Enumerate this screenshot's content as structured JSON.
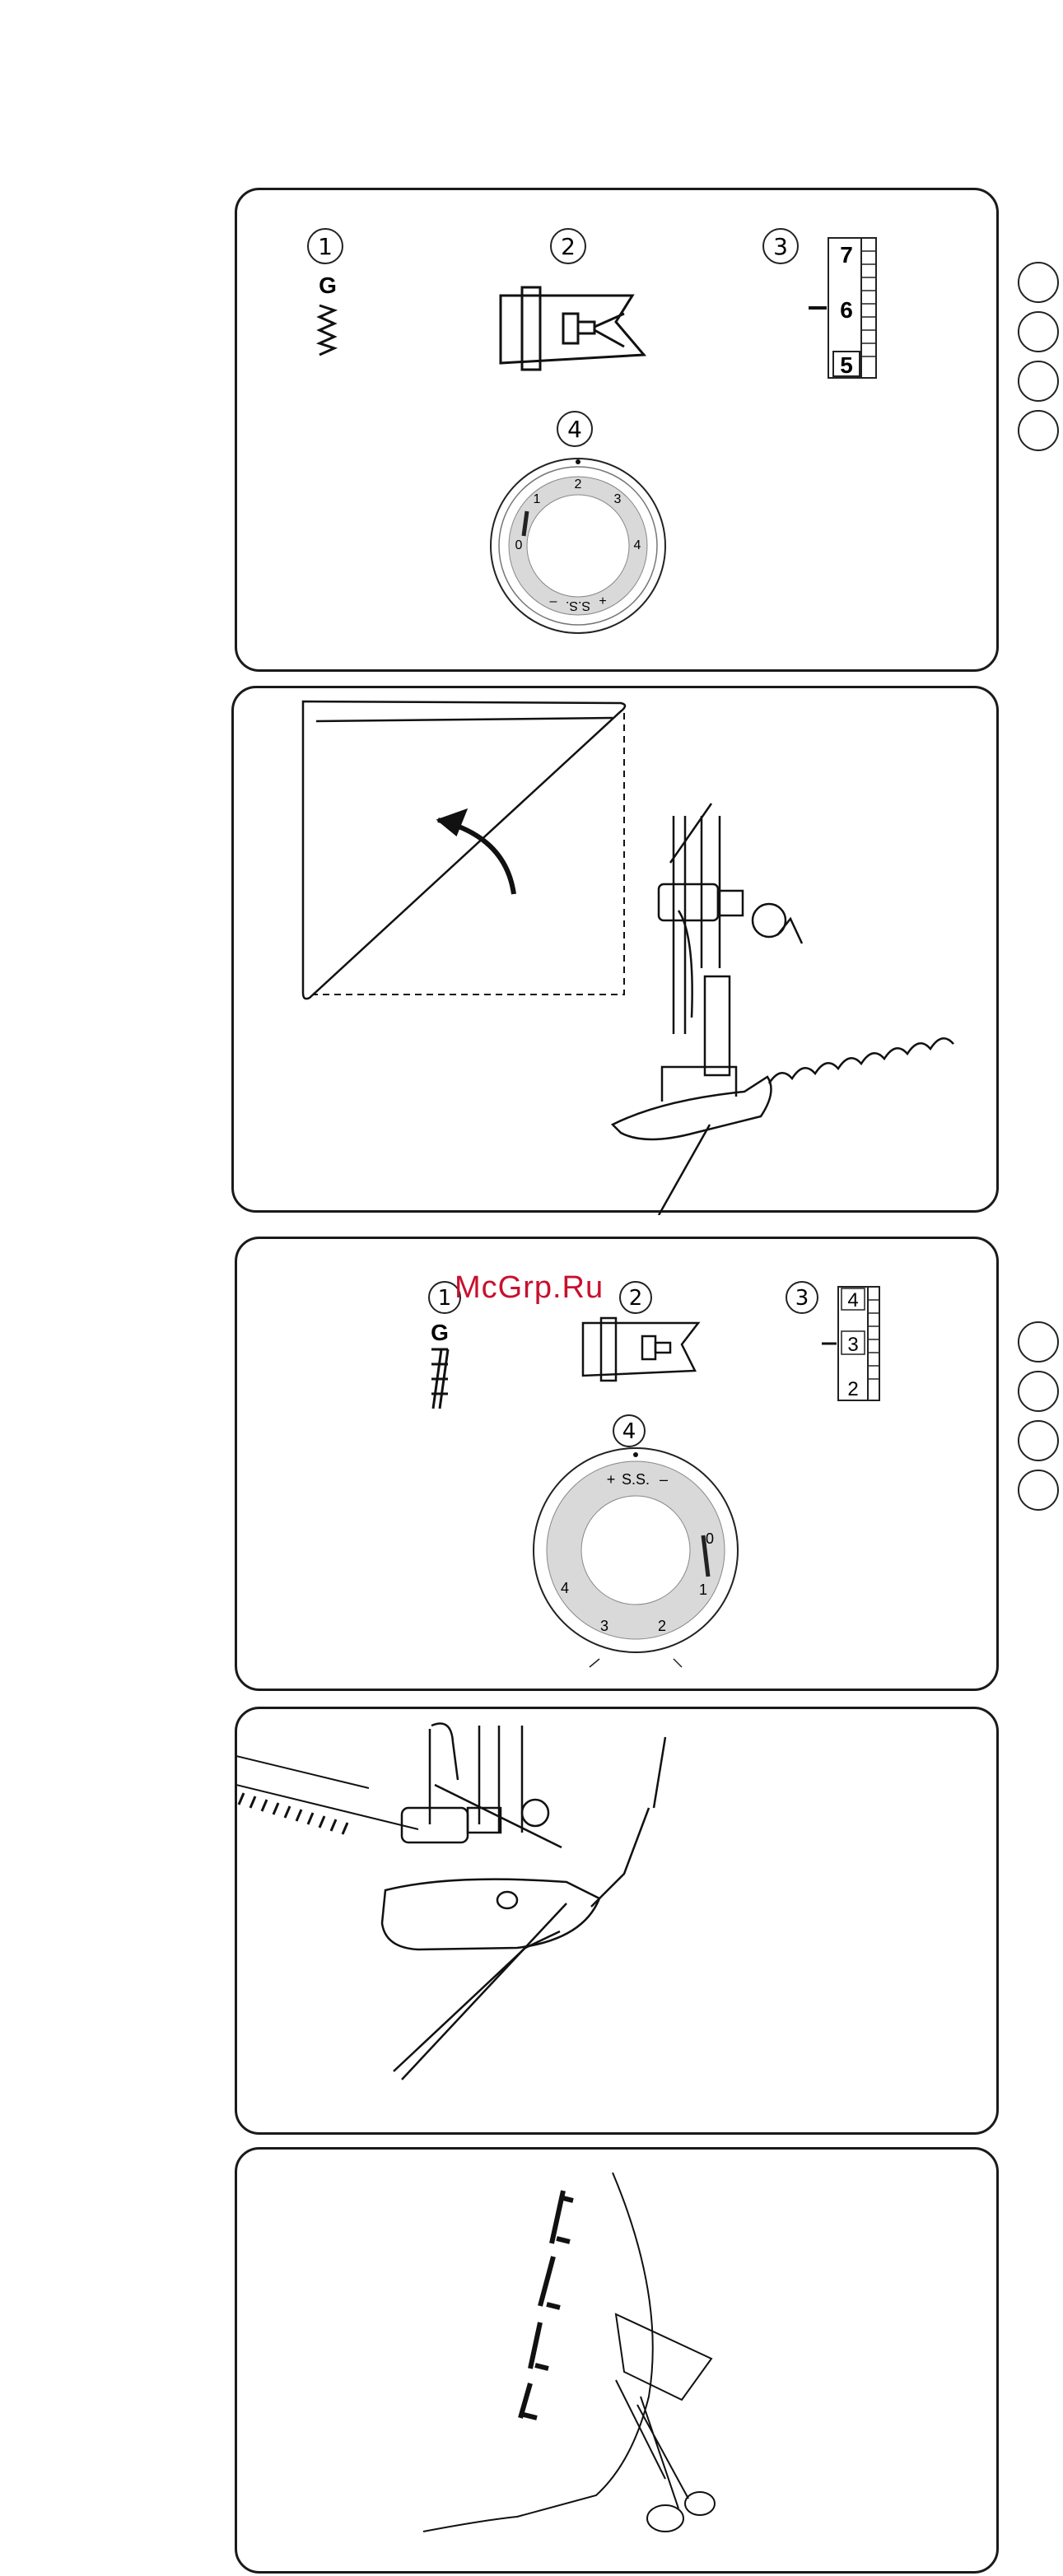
{
  "panel1": {
    "callouts": [
      "1",
      "2",
      "3",
      "4"
    ],
    "pattern_letter": "G",
    "stitch_width_scale": [
      "7",
      "6",
      "5"
    ],
    "tension_dial": {
      "marks": [
        "0",
        "1",
        "2",
        "3",
        "4"
      ],
      "label": "S.S.",
      "minus": "–",
      "plus": "+"
    }
  },
  "panel3": {
    "callouts": [
      "1",
      "2",
      "3",
      "4"
    ],
    "pattern_letter": "G",
    "stitch_width_scale": [
      "4",
      "3",
      "2"
    ],
    "tension_dial": {
      "marks": [
        "0",
        "1",
        "2",
        "3",
        "4"
      ],
      "label": "S.S.",
      "minus": "–",
      "plus": "+"
    }
  },
  "watermark": "McGrp.Ru",
  "side_circles_top": {
    "count": 4
  },
  "side_circles_bottom": {
    "count": 4
  }
}
